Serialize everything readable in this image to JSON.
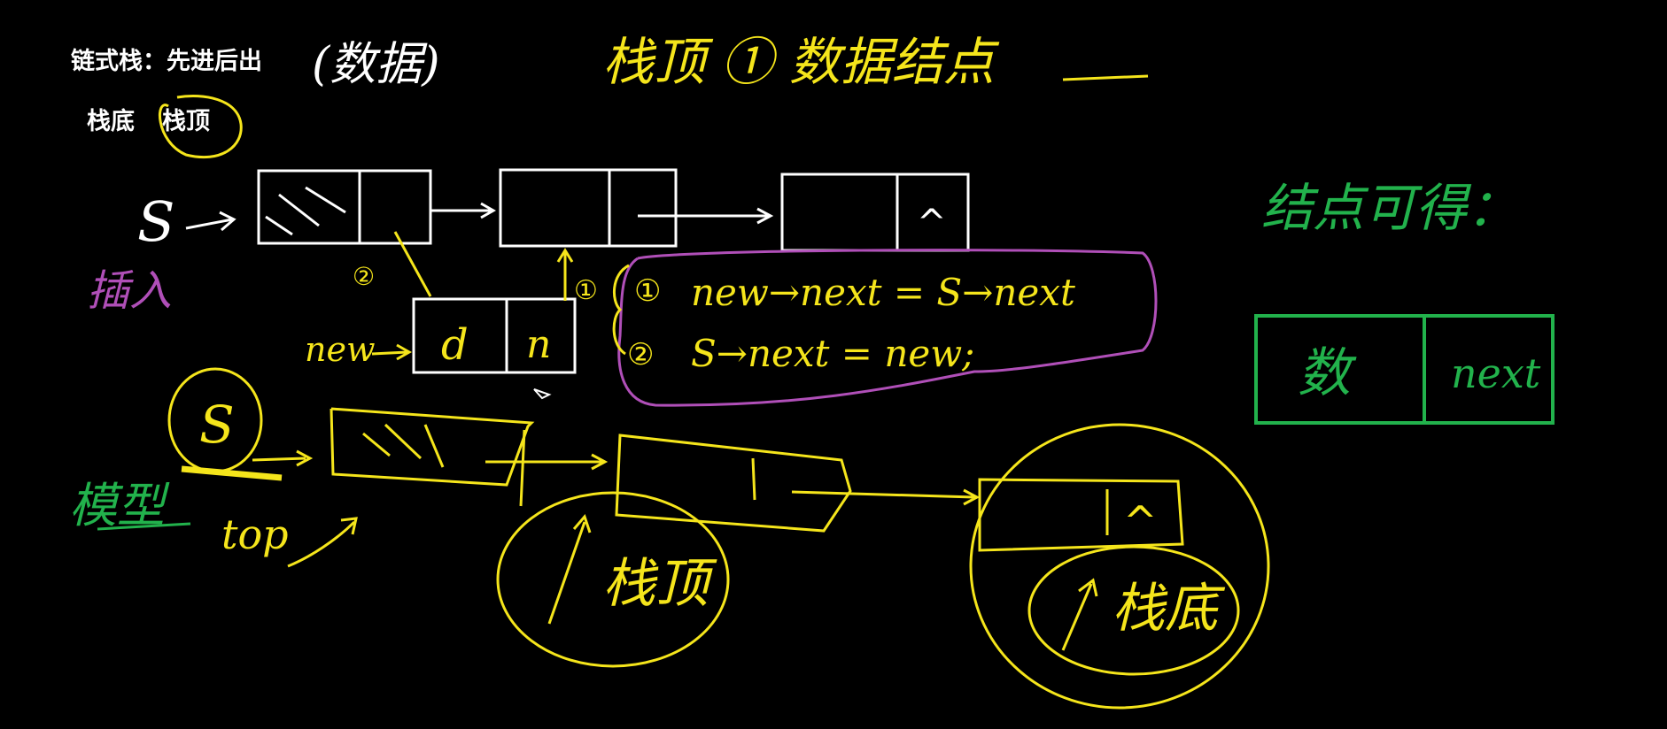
{
  "header": {
    "title": "链式栈：先进后出",
    "paren_note": "(数据)",
    "yellow_note": "栈顶 ① 数据结点"
  },
  "sub_labels": {
    "bottom": "栈底",
    "top": "栈顶"
  },
  "top_diagram": {
    "head_label": "S",
    "head_arrow": "→",
    "node3_next": "^",
    "insert_label": "插入",
    "new_label": "new",
    "new_node_data": "d",
    "new_node_next": "n",
    "step1_marker": "①",
    "step2_marker": "②"
  },
  "code_box": {
    "line1_num": "①",
    "line1": "new→next = S→next",
    "line2_num": "②",
    "line2": "S→next = new;"
  },
  "node_def": {
    "title": "结点可得：",
    "data_cell": "数",
    "next_cell": "next"
  },
  "model": {
    "label": "模型",
    "head_label": "S",
    "top_word": "top",
    "stack_top_label": "栈顶",
    "stack_bottom_label": "栈底",
    "last_next": "^"
  },
  "colors": {
    "white": "#ffffff",
    "yellow": "#f5e51b",
    "green": "#22b24c",
    "purple": "#b04fb8",
    "background": "#000000"
  }
}
